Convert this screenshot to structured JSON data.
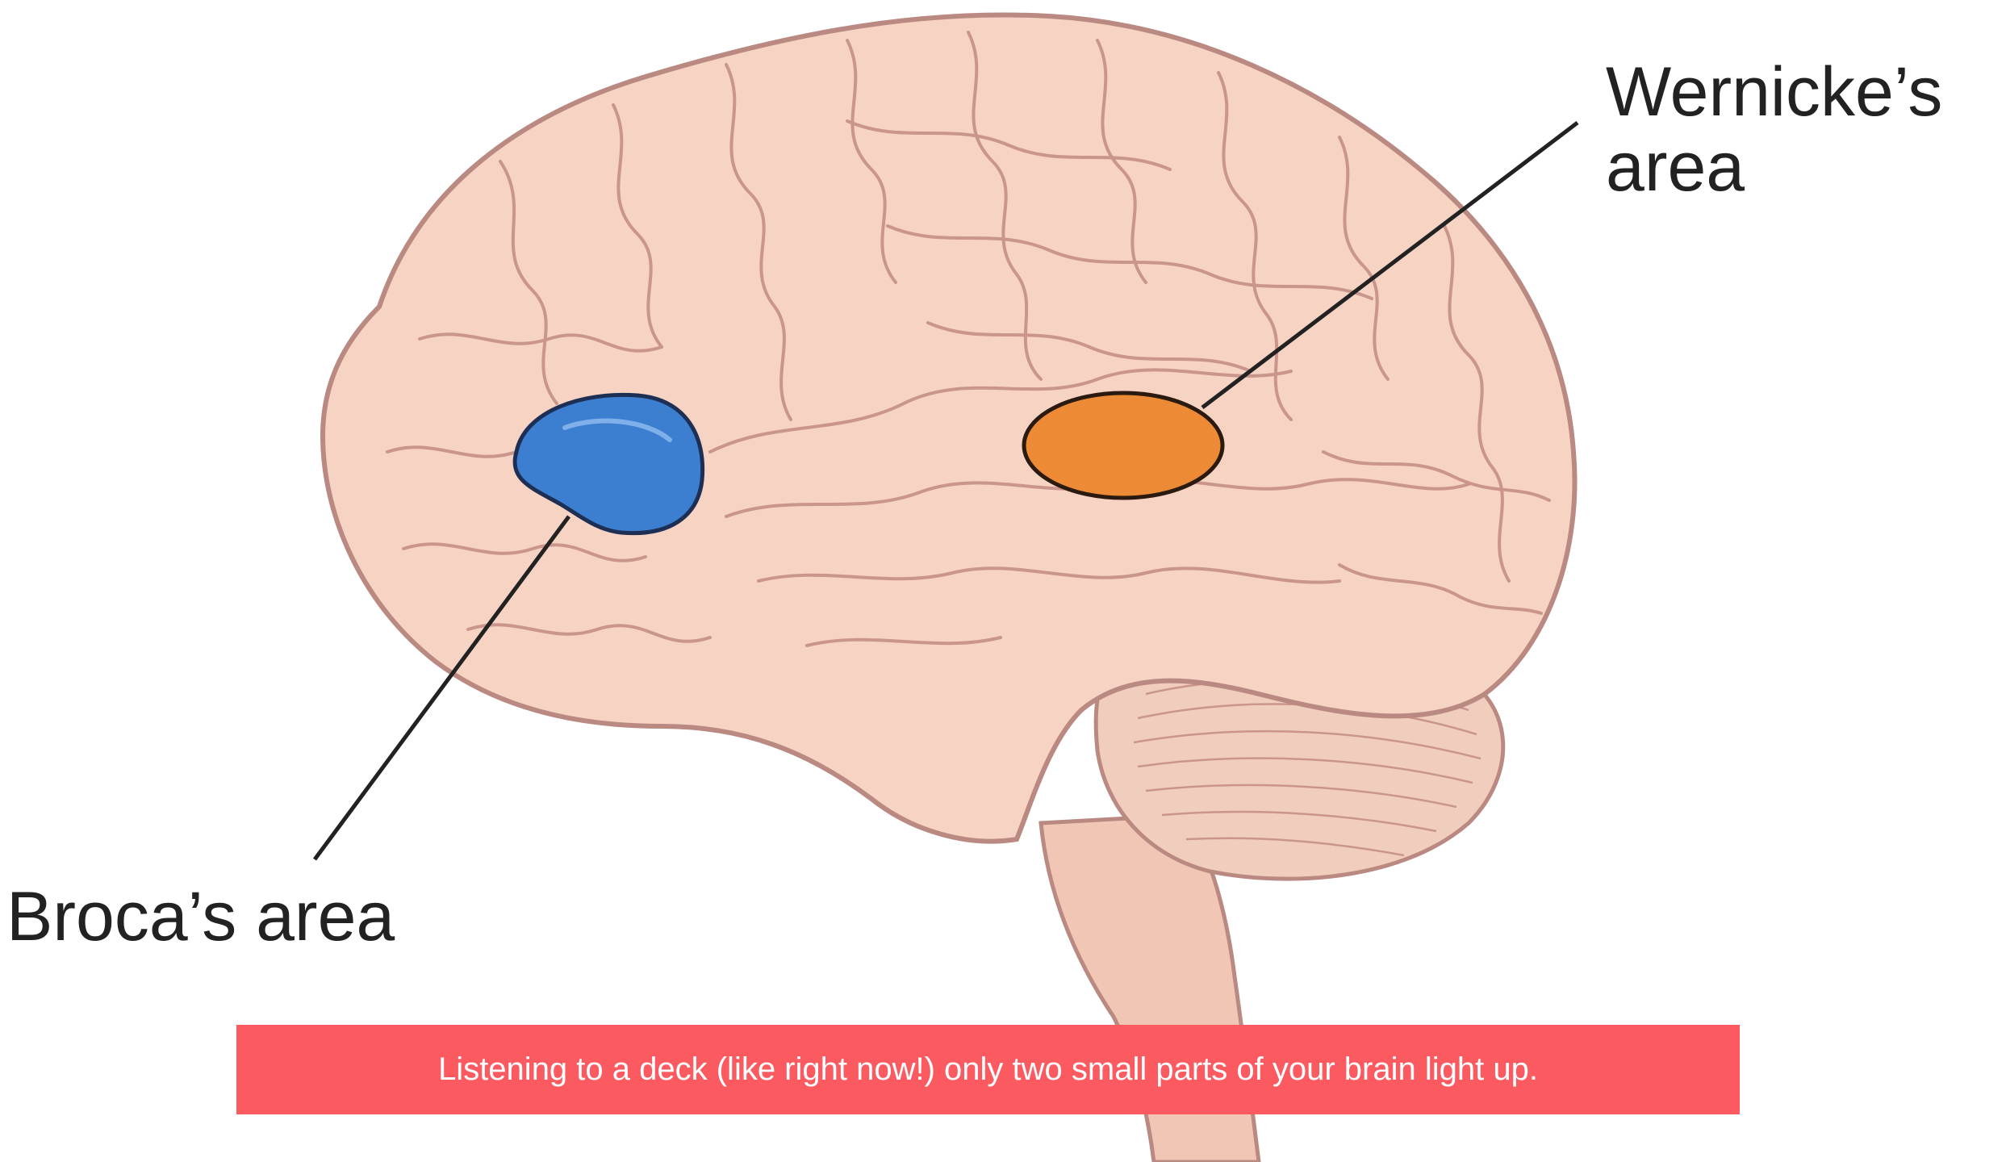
{
  "diagram": {
    "labels": {
      "wernicke": "Wernicke’s\narea",
      "broca": "Broca’s area"
    },
    "colors": {
      "brain_fill": "#f6d3c2",
      "brain_outline": "#b98982",
      "gyri_line": "#c9958d",
      "broca_fill": "#3c7fd0",
      "wernicke_fill": "#ec8a35",
      "leader_line": "#222222"
    }
  },
  "caption": {
    "text": "Listening to a deck (like right now!)  only two small parts of your brain light up.",
    "background": "#fb5a60"
  }
}
